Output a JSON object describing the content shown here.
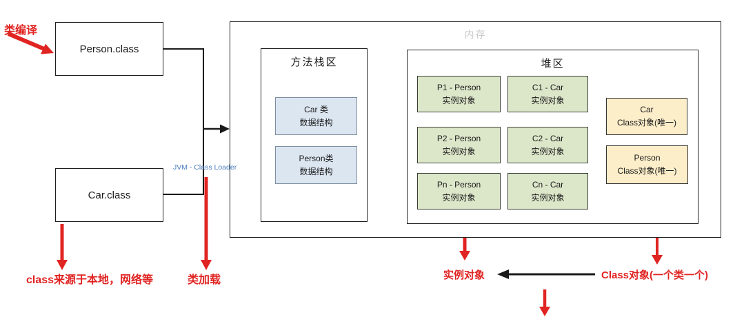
{
  "boxes": {
    "person_class": "Person.class",
    "car_class": "Car.class"
  },
  "memory": {
    "label": "内存",
    "method_stack": {
      "title": "方法栈区",
      "entries": [
        {
          "line1": "Car 类",
          "line2": "数据结构"
        },
        {
          "line1": "Person类",
          "line2": "数据结构"
        }
      ]
    },
    "heap": {
      "title": "堆区",
      "instances": [
        {
          "line1": "P1 - Person",
          "line2": "实例对象"
        },
        {
          "line1": "C1 - Car",
          "line2": "实例对象"
        },
        {
          "line1": "P2 - Person",
          "line2": "实例对象"
        },
        {
          "line1": "C2 - Car",
          "line2": "实例对象"
        },
        {
          "line1": "Pn - Person",
          "line2": "实例对象"
        },
        {
          "line1": "Cn - Car",
          "line2": "实例对象"
        }
      ],
      "class_objects": [
        {
          "line1": "Car",
          "line2": "Class对象(唯一)"
        },
        {
          "line1": "Person",
          "line2": "Class对象(唯一)"
        }
      ]
    }
  },
  "labels": {
    "compile": "类编译",
    "jvm_class_loader": "JVM - Class Loader",
    "class_source": "class来源于本地，网络等",
    "class_load": "类加载",
    "instance_object": "实例对象",
    "class_object_note": "Class对象(一个类一个)"
  },
  "colors": {
    "annotation_red": "#e02422",
    "jvm_label_blue": "#4a7dbd",
    "memory_label_gray": "#c9c9c9",
    "instance_green_fill": "#dce6c9",
    "data_structure_blue_fill": "#dce6f1",
    "class_object_yellow_fill": "#fdeeca",
    "wire_black": "#1a1a1a"
  }
}
